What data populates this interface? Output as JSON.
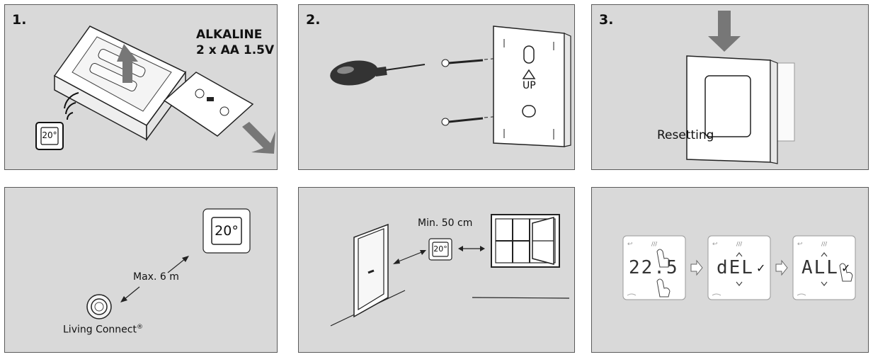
{
  "panels": [
    {
      "id": "battery",
      "step": "1.",
      "battery_line1": "ALKALINE",
      "battery_line2": "2 x AA 1.5V",
      "display": "20°"
    },
    {
      "id": "mount",
      "step": "2.",
      "up_label": "UP"
    },
    {
      "id": "reset",
      "step": "3.",
      "reset_label": "Resetting"
    },
    {
      "id": "range",
      "distance_label": "Max. 6 m",
      "display": "20°",
      "device_label": "Living Connect",
      "trademark": "®"
    },
    {
      "id": "placement",
      "distance_label": "Min. 50 cm",
      "display": "20°"
    },
    {
      "id": "display-sequence",
      "screens": [
        {
          "value": "22.5",
          "check": ""
        },
        {
          "value": "dEL",
          "check": "✓"
        },
        {
          "value": "ALL",
          "check": "✓"
        }
      ]
    }
  ]
}
